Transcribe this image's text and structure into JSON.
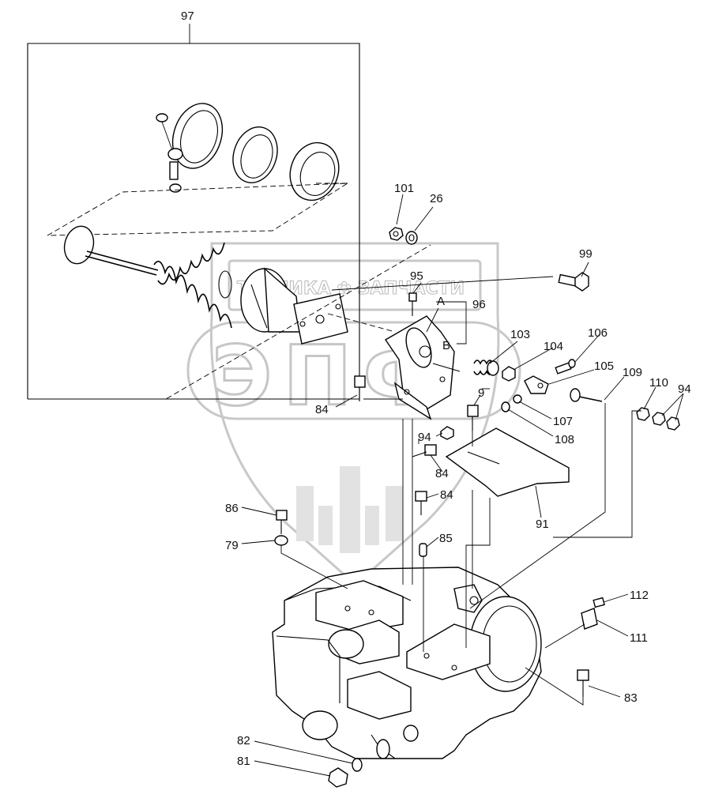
{
  "watermark": {
    "brand_text": "ТЕХНИКА ✿ ЗАПЧАСТИ",
    "logo_letters": "ЭПФ"
  },
  "callouts": {
    "c97": "97",
    "c101": "101",
    "c26": "26",
    "c99": "99",
    "c95": "95",
    "cA": "A",
    "c96": "96",
    "cB": "B",
    "c103": "103",
    "c104": "104",
    "c106": "106",
    "c105": "105",
    "c109": "109",
    "c110": "110",
    "c94a": "94",
    "c84a": "84",
    "c9": "9",
    "c107": "107",
    "c108": "108",
    "c94b": "94",
    "c84b": "84",
    "c84c": "84",
    "c91": "91",
    "c86": "86",
    "c79": "79",
    "c85": "85",
    "c112": "112",
    "c111": "111",
    "c83": "83",
    "c82": "82",
    "c81": "81"
  }
}
